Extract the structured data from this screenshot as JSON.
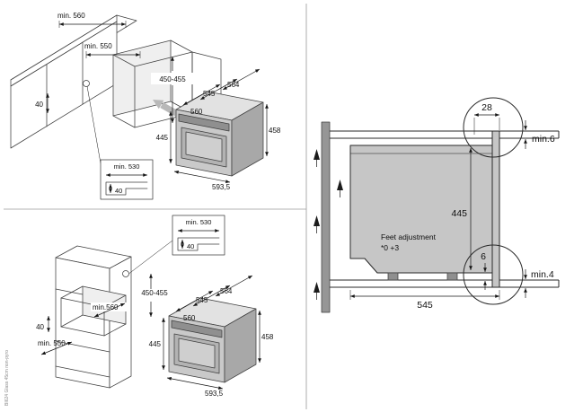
{
  "page": {
    "footer_code": "BI624 Glass 45cm non-pyro",
    "background": "#ffffff"
  },
  "colors": {
    "line": "#3c3c3c",
    "oven_top": "#e2e2e2",
    "oven_front": "#c9c9c9",
    "oven_side": "#a8a8a8",
    "section_oven": "#c6c6c6",
    "wall": "#969696",
    "insert_arrow": "#b8b8b8"
  },
  "undercounter_view": {
    "dim_depth_top": "min. 560",
    "dim_depth_mid": "min. 550",
    "dim_niche_height": "450-455",
    "dim_gap": "40",
    "inset": {
      "dim_depth": "min. 530",
      "dim_height": "40"
    }
  },
  "column_view": {
    "inset": {
      "dim_depth": "min. 530",
      "dim_height": "40"
    },
    "dim_niche_height": "450-455",
    "dim_depth_top": "min.560",
    "dim_gap": "40",
    "dim_depth_bottom": "min. 550"
  },
  "oven": {
    "dim_width_total": "564",
    "dim_depth": "545",
    "dim_width": "560",
    "dim_height": "445",
    "dim_height_back": "458",
    "dim_width_front": "593,5"
  },
  "section_view": {
    "dim_overlap_top": "28",
    "dim_gap_top": "min.6",
    "dim_height": "445",
    "feet_label": "Feet adjustment",
    "feet_range": "*0 +3",
    "dim_gap_bottom_front": "6",
    "dim_gap_bottom": "min.4",
    "dim_depth": "545"
  }
}
